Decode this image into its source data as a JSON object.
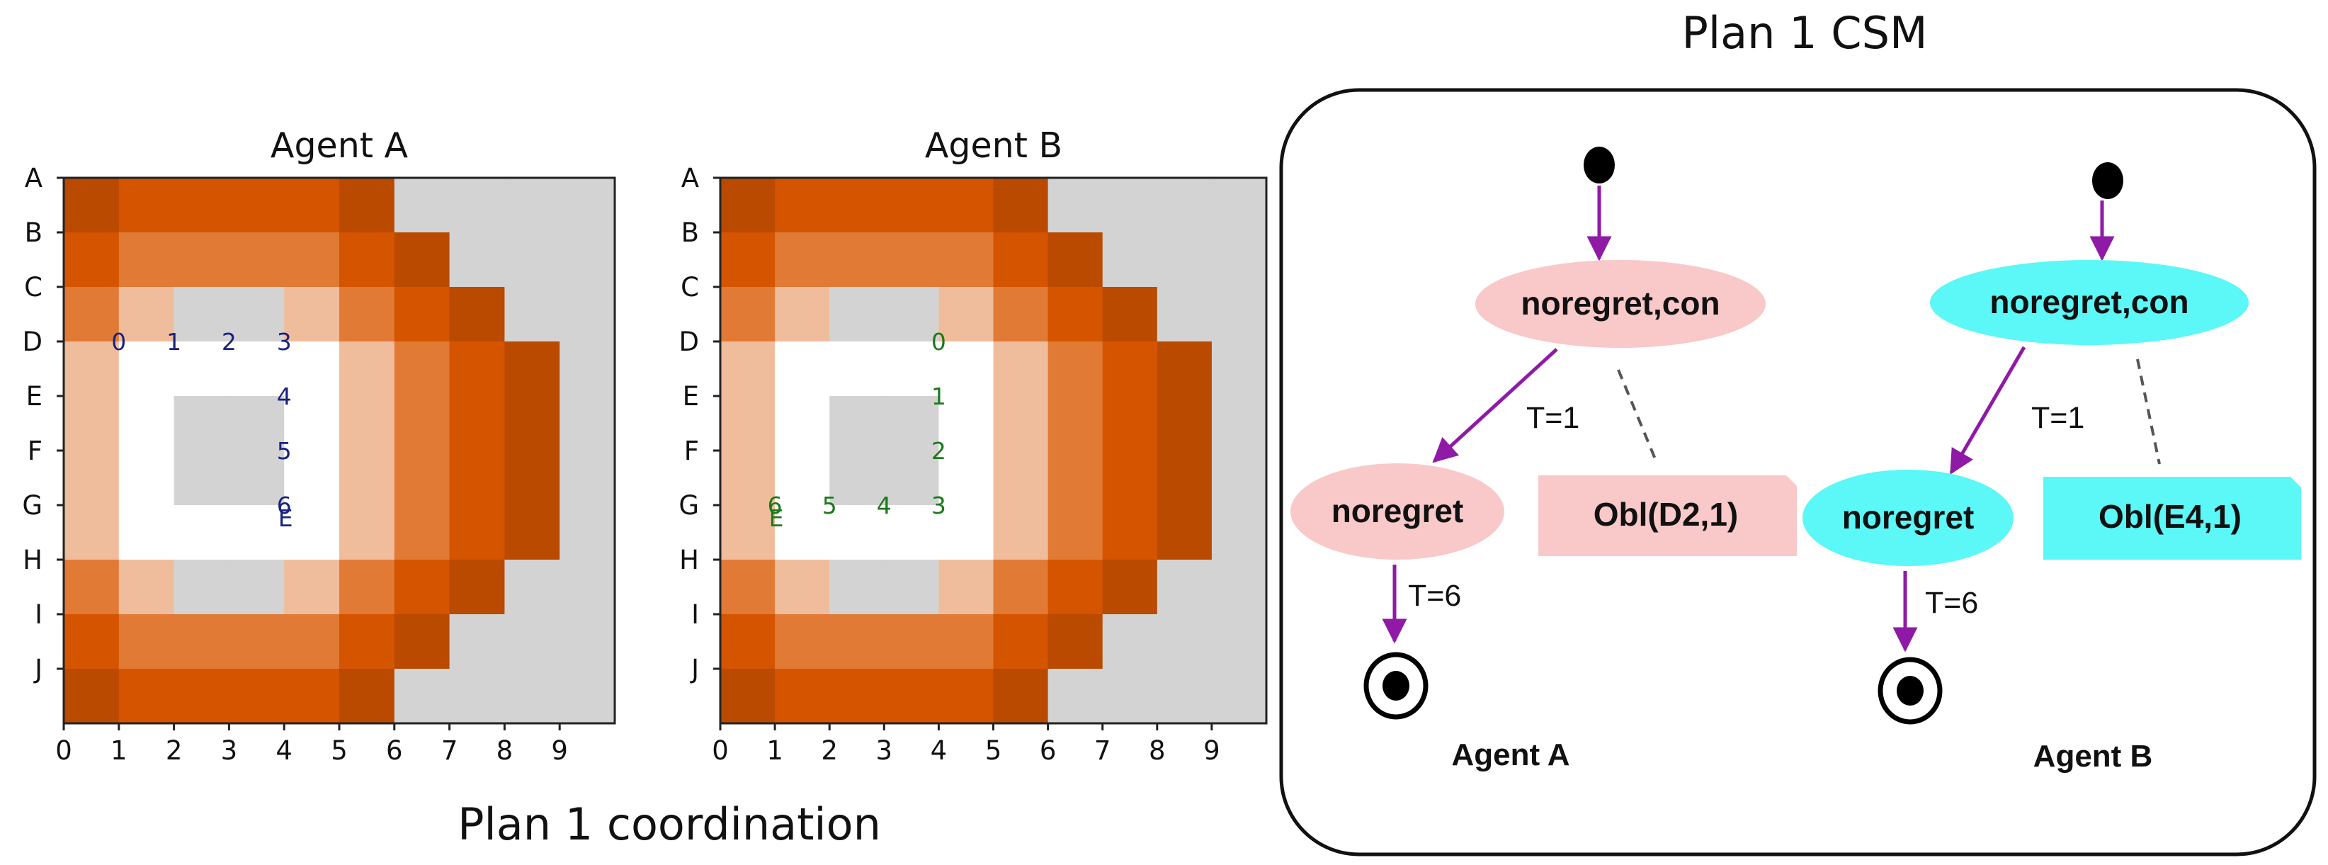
{
  "figure": {
    "caption": "Plan 1 coordination",
    "csm_title": "Plan 1 CSM"
  },
  "grid": {
    "rows": [
      "A",
      "B",
      "C",
      "D",
      "E",
      "F",
      "G",
      "H",
      "I",
      "J"
    ],
    "cols": [
      "0",
      "1",
      "2",
      "3",
      "4",
      "5",
      "6",
      "7",
      "8",
      "9"
    ],
    "colors": {
      "0": "#d3d3d3",
      "1": "#ffffff",
      "2": "#f0bd9c",
      "3": "#e07a35",
      "4": "#d55400",
      "5": "#b94a00"
    },
    "cells": [
      [
        5,
        4,
        4,
        4,
        4,
        5,
        0,
        0,
        0,
        0
      ],
      [
        4,
        3,
        3,
        3,
        3,
        4,
        5,
        0,
        0,
        0
      ],
      [
        3,
        2,
        0,
        0,
        2,
        3,
        4,
        5,
        0,
        0
      ],
      [
        2,
        1,
        1,
        1,
        1,
        2,
        3,
        4,
        5,
        0
      ],
      [
        2,
        1,
        0,
        0,
        1,
        2,
        3,
        4,
        5,
        0
      ],
      [
        2,
        1,
        0,
        0,
        1,
        2,
        3,
        4,
        5,
        0
      ],
      [
        2,
        1,
        1,
        1,
        1,
        2,
        3,
        4,
        5,
        0
      ],
      [
        3,
        2,
        0,
        0,
        2,
        3,
        4,
        5,
        0,
        0
      ],
      [
        4,
        3,
        3,
        3,
        3,
        4,
        5,
        0,
        0,
        0
      ],
      [
        5,
        4,
        4,
        4,
        4,
        5,
        0,
        0,
        0,
        0
      ]
    ]
  },
  "panels": [
    {
      "title": "Agent A",
      "path_labels": [
        {
          "text": "0",
          "col": 1,
          "row": 3
        },
        {
          "text": "1",
          "col": 2,
          "row": 3
        },
        {
          "text": "2",
          "col": 3,
          "row": 3
        },
        {
          "text": "3",
          "col": 4,
          "row": 3
        },
        {
          "text": "4",
          "col": 4,
          "row": 4
        },
        {
          "text": "5",
          "col": 4,
          "row": 5
        },
        {
          "text": "6",
          "col": 4,
          "row": 6
        },
        {
          "text": "E",
          "col": 4,
          "row": 6,
          "small": true
        }
      ]
    },
    {
      "title": "Agent B",
      "path_labels": [
        {
          "text": "0",
          "col": 4,
          "row": 3
        },
        {
          "text": "1",
          "col": 4,
          "row": 4
        },
        {
          "text": "2",
          "col": 4,
          "row": 5
        },
        {
          "text": "3",
          "col": 4,
          "row": 6
        },
        {
          "text": "4",
          "col": 3,
          "row": 6
        },
        {
          "text": "5",
          "col": 2,
          "row": 6
        },
        {
          "text": "6",
          "col": 1,
          "row": 6
        },
        {
          "text": "E",
          "col": 1,
          "row": 6,
          "small": true
        }
      ]
    }
  ],
  "csm": {
    "agents": [
      {
        "label": "Agent A",
        "color": "#f9c8c8",
        "state1": "noregret,con",
        "state2": "noregret",
        "transition1": "T=1",
        "transition2": "T=6",
        "obligation": "Obl(D2,1)"
      },
      {
        "label": "Agent B",
        "color": "#5cf7f7",
        "state1": "noregret,con",
        "state2": "noregret",
        "transition1": "T=1",
        "transition2": "T=6",
        "obligation": "Obl(E4,1)"
      }
    ],
    "arrow_color": "#8e1aa6"
  }
}
